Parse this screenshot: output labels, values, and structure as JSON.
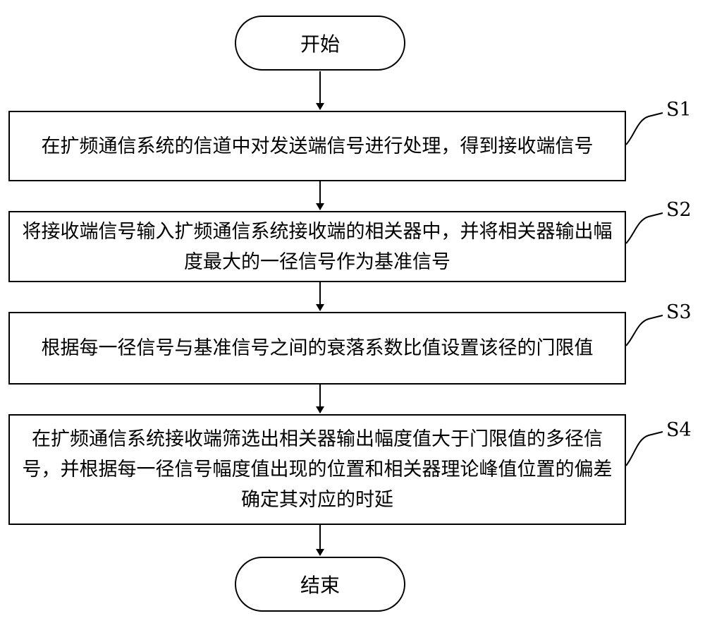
{
  "start": {
    "label": "开始"
  },
  "end": {
    "label": "结束"
  },
  "steps": [
    {
      "id": "S1",
      "text": "在扩频通信系统的信道中对发送端信号进行处理，得到接收端信号"
    },
    {
      "id": "S2",
      "text": "将接收端信号输入扩频通信系统接收端的相关器中，并将相关器输出幅度最大的一径信号作为基准信号"
    },
    {
      "id": "S3",
      "text": "根据每一径信号与基准信号之间的衰落系数比值设置该径的门限值"
    },
    {
      "id": "S4",
      "text": "在扩频通信系统接收端筛选出相关器输出幅度值大于门限值的多径信号，并根据每一径信号幅度值出现的位置和相关器理论峰值位置的偏差确定其对应的时延"
    }
  ]
}
